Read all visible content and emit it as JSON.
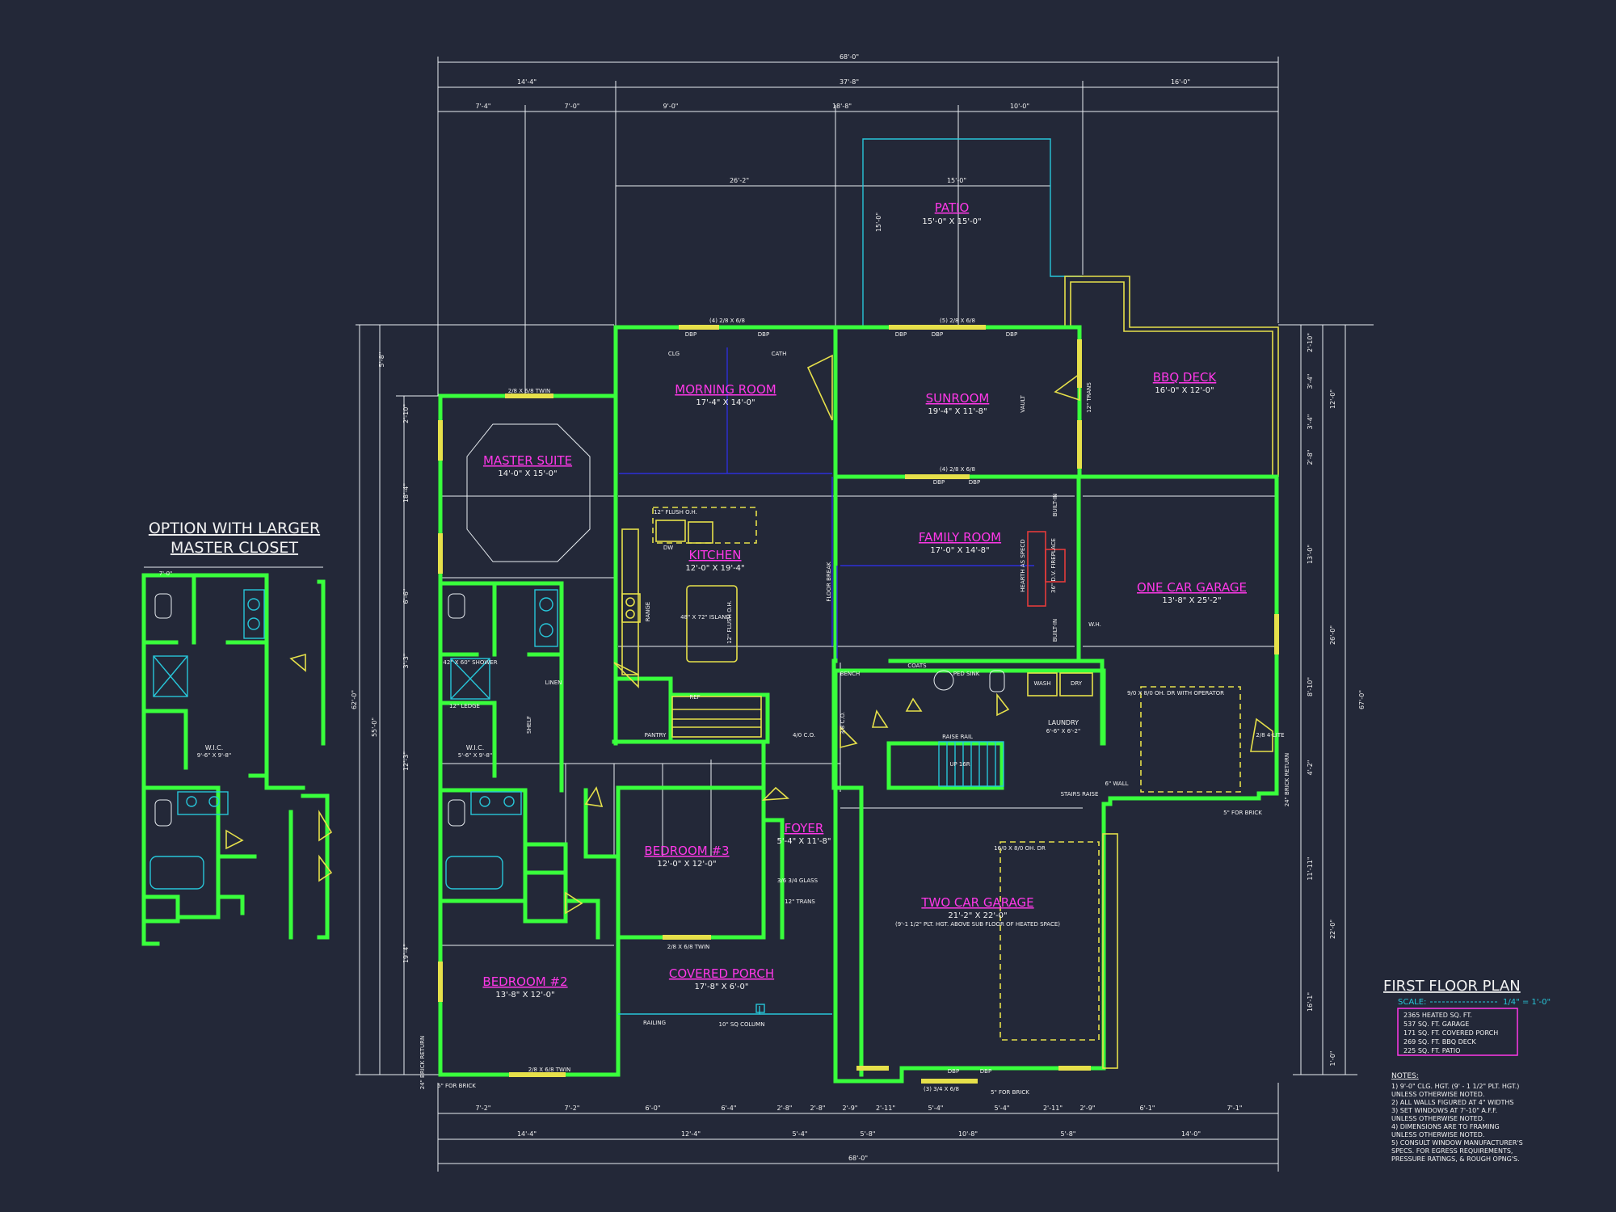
{
  "option_title": {
    "line1": "OPTION WITH LARGER",
    "line2": "MASTER CLOSET"
  },
  "rooms": {
    "patio": {
      "name": "PATIO",
      "size": "15'-0\" X 15'-0\""
    },
    "bbq_deck": {
      "name": "BBQ DECK",
      "size": "16'-0\" X 12'-0\""
    },
    "morning_room": {
      "name": "MORNING ROOM",
      "size": "17'-4\" X 14'-0\""
    },
    "sunroom": {
      "name": "SUNROOM",
      "size": "19'-4\" X 11'-8\""
    },
    "master_suite": {
      "name": "MASTER SUITE",
      "size": "14'-0\" X 15'-0\""
    },
    "kitchen": {
      "name": "KITCHEN",
      "size": "12'-0\" X 19'-4\""
    },
    "family_room": {
      "name": "FAMILY ROOM",
      "size": "17'-0\" X 14'-8\""
    },
    "one_car_garage": {
      "name": "ONE CAR GARAGE",
      "size": "13'-8\" X 25'-2\""
    },
    "laundry": {
      "name": "LAUNDRY",
      "size": "6'-6\" X 6'-2\""
    },
    "bedroom3": {
      "name": "BEDROOM #3",
      "size": "12'-0\" X 12'-0\""
    },
    "foyer": {
      "name": "FOYER",
      "size": "5'-4\" X 11'-8\""
    },
    "two_car_garage": {
      "name": "TWO CAR GARAGE",
      "size": "21'-2\" X 22'-0\"",
      "note": "(9'-1 1/2\" PLT. HGT. ABOVE SUB FLOOR OF HEATED SPACE)"
    },
    "bedroom2": {
      "name": "BEDROOM #2",
      "size": "13'-8\" X 12'-0\""
    },
    "covered_porch": {
      "name": "COVERED PORCH",
      "size": "17'-8\" X 6'-0\""
    },
    "wic": {
      "name": "W.I.C.",
      "size": "9'-6\" X 9'-8\""
    },
    "wic_alt": {
      "name": "W.I.C.",
      "size": "5'-6\" X 9'-8\""
    }
  },
  "dimensions": {
    "overall_top": "68'-0\"",
    "overall_bottom": "68'-0\"",
    "top_row1": [
      "14'-4\"",
      "37'-8\"",
      "16'-0\""
    ],
    "top_row2": [
      "7'-4\"",
      "7'-0\"",
      "9'-0\"",
      "18'-8\"",
      "10'-0\""
    ],
    "patio_w": "26'-2\"",
    "patio_inner": "15'-0\"",
    "patio_side": "15'-0\"",
    "bottom_row1": [
      "7'-2\"",
      "7'-2\"",
      "6'-0\"",
      "6'-4\"",
      "2'-8\"",
      "2'-8\"",
      "2'-9\"",
      "2'-11\"",
      "5'-4\"",
      "5'-4\"",
      "2'-11\"",
      "2'-9\"",
      "6'-1\"",
      "7'-1\""
    ],
    "bottom_row2": [
      "14'-4\"",
      "12'-4\"",
      "5'-4\"",
      "5'-8\"",
      "10'-8\"",
      "5'-8\"",
      "14'-0\""
    ],
    "left_outer": "62'-0\"",
    "left_mid": "55'-0\"",
    "right_outer": "67'-0\"",
    "right_vals": [
      "2'-10\"",
      "3'-4\"",
      "3'-4\"",
      "2'-8\"",
      "13'-0\"",
      "8'-10\"",
      "4'-2\"",
      "11'-11\"",
      "16'-1\"",
      "26'-0\"",
      "22'-0\"",
      "12'-0\"",
      "1'-0\""
    ],
    "left_vals": [
      "5'-8\"",
      "2'-10\"",
      "18'-4\"",
      "6'-6\"",
      "3'-3\"",
      "12'-3\"",
      "19'-4\""
    ]
  },
  "labels": {
    "twin1": "2/8 X 6/8 TWIN",
    "twin2": "2/8 X 6/8 TWIN",
    "twin3": "2/8 X 6/8 TWIN",
    "twin4": "(4) 2/8 X 6/8",
    "twin5": "(5) 2/8 X 6/8",
    "twin6": "(4) 2/8 X 6/8",
    "twin7": "(3) 3/4 X 6/8",
    "dbp": "DBP",
    "clg": "CLG",
    "cath": "CATH",
    "flush_oh": "12\" FLUSH O.H.",
    "island": "48\" X 72\" ISLAND",
    "island_flush": "12\" FLUSH O.H.",
    "range": "RANGE",
    "ref": "REF",
    "pantry": "PANTRY",
    "dw": "DW",
    "floor_break": "FLOOR BREAK",
    "bench": "BENCH",
    "coats": "COATS",
    "ped_sink": "PED SINK",
    "wash": "WASH",
    "dry": "DRY",
    "raise_rail": "RAISE RAIL",
    "up_stairs": "UP 16R",
    "stairs_raise": "STAIRS RAISE",
    "whh": "W.H.",
    "fireplace": "36\" D.V. FIREPLACE",
    "hearth": "HEARTH AS SPECD",
    "built_in": "BUILT-IN",
    "vault": "VAULT",
    "trans": "12\" TRANS",
    "co": "4/0 C.O.",
    "co2": "3/8 C.O.",
    "glass": "3/6 3/4 GLASS",
    "garage_door1": "9/0 X 8/0 OH. DR WITH OPERATOR",
    "garage_door2": "16/0 X 8/0 OH. DR",
    "railing": "RAILING",
    "column": "10\" SQ COLUMN",
    "brick1": "5\" FOR BRICK",
    "brick2": "5\" FOR BRICK",
    "brick3": "5\" FOR BRICK",
    "brick_return1": "24\" BRICK RETURN",
    "brick_return2": "24\" BRICK RETURN",
    "wall6": "6\" WALL",
    "shower": "42\" X 60\" SHOWER",
    "ledge": "12\" LEDGE",
    "linen": "LINEN",
    "shelf": "SHELF",
    "lite": "2/8 4-LITE"
  },
  "title_block": {
    "title": "FIRST FLOOR PLAN",
    "scale_label": "SCALE:",
    "scale_value": "1/4\" = 1'-0\"",
    "stats": [
      "2365 HEATED SQ. FT.",
      "537 SQ. FT. GARAGE",
      "171 SQ. FT. COVERED PORCH",
      "269 SQ. FT. BBQ DECK",
      "225 SQ. FT. PATIO"
    ]
  },
  "notes": {
    "heading": "NOTES:",
    "lines": [
      "1) 9'-0\" CLG. HGT. (9' - 1 1/2\" PLT. HGT.)",
      "   UNLESS OTHERWISE NOTED.",
      "2) ALL WALLS FIGURED AT 4\" WIDTHS",
      "3) SET WINDOWS AT 7'-10\" A.F.F.",
      "   UNLESS OTHERWISE NOTED.",
      "4) DIMENSIONS ARE TO FRAMING",
      "   UNLESS OTHERWISE NOTED.",
      "5) CONSULT WINDOW MANUFACTURER'S",
      "   SPECS. FOR EGRESS REQUIREMENTS,",
      "   PRESSURE RATINGS, & ROUGH OPNG'S."
    ]
  },
  "colors": {
    "background": "#232838",
    "walls": "#39ff3c",
    "room_names": "#ff38e8",
    "dimensions": "#e9eef2",
    "fixtures": "#e6e04a",
    "cyan": "#27c6d9"
  }
}
